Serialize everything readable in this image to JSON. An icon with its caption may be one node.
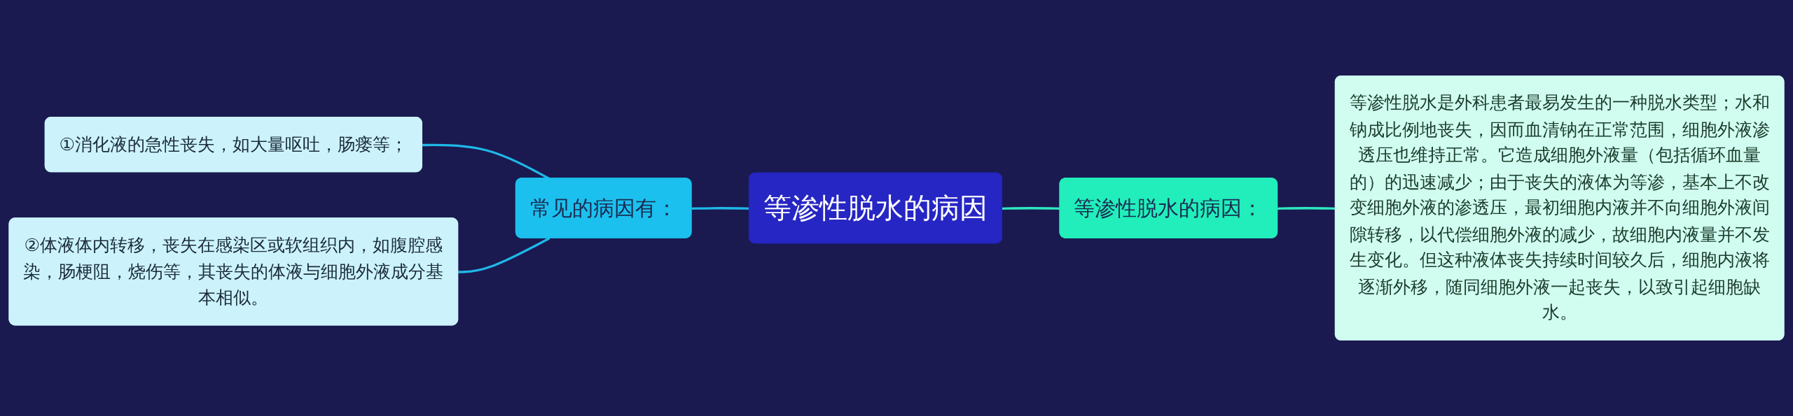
{
  "diagram": {
    "nodes": [
      {
        "text": [
          "①消化液的急性丧失，如大量呕吐，肠瘘等；"
        ]
      },
      {
        "text": [
          "②体液体内转移，丧失在感染区或软组织内，如腹腔感染，肠梗阻，烧伤等，其丧失的体液与细胞外液成分基本相似。"
        ]
      },
      {
        "text": [
          "常见的病因有："
        ]
      },
      {
        "text": [
          "等渗性脱水的病因"
        ]
      },
      {
        "text": [
          "等渗性脱水的病因："
        ]
      },
      {
        "text": [
          "等渗性脱水是外科患者最易发生的一种脱水类型；水和钠成比例地丧失，因而血清钠在正常范围，细胞外液渗透压也维持正常。它造成细胞外液量（包括循环血量的）的迅速减少；由于丧失的液体为等渗，基本上不改变细胞外液的渗透压，最初细胞内液并不向细胞外液间隙转移，以代偿细胞外液的减少，故细胞内液量并不发生变化。但这种液体丧失持续时间较久后，细胞内液将逐渐外移，随同细胞外液一起丧失，以致引起细胞缺水。"
        ]
      }
    ],
    "edges": [
      {
        "from": 0,
        "to": 2,
        "arrow": "none"
      },
      {
        "from": 1,
        "to": 2,
        "arrow": "none"
      },
      {
        "from": 2,
        "to": 3,
        "arrow": "none"
      },
      {
        "from": 3,
        "to": 4,
        "arrow": "none",
        "color": "#2ee8c0"
      },
      {
        "from": 4,
        "to": 5,
        "arrow": "none",
        "color": "#2ee8c0"
      }
    ]
  }
}
